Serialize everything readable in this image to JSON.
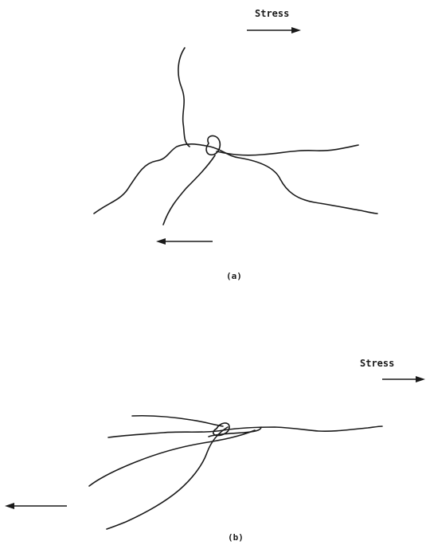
{
  "panel_a": {
    "stress_label": "Stress",
    "caption": "(a)"
  },
  "panel_b": {
    "stress_label": "Stress",
    "caption": "(b)"
  }
}
